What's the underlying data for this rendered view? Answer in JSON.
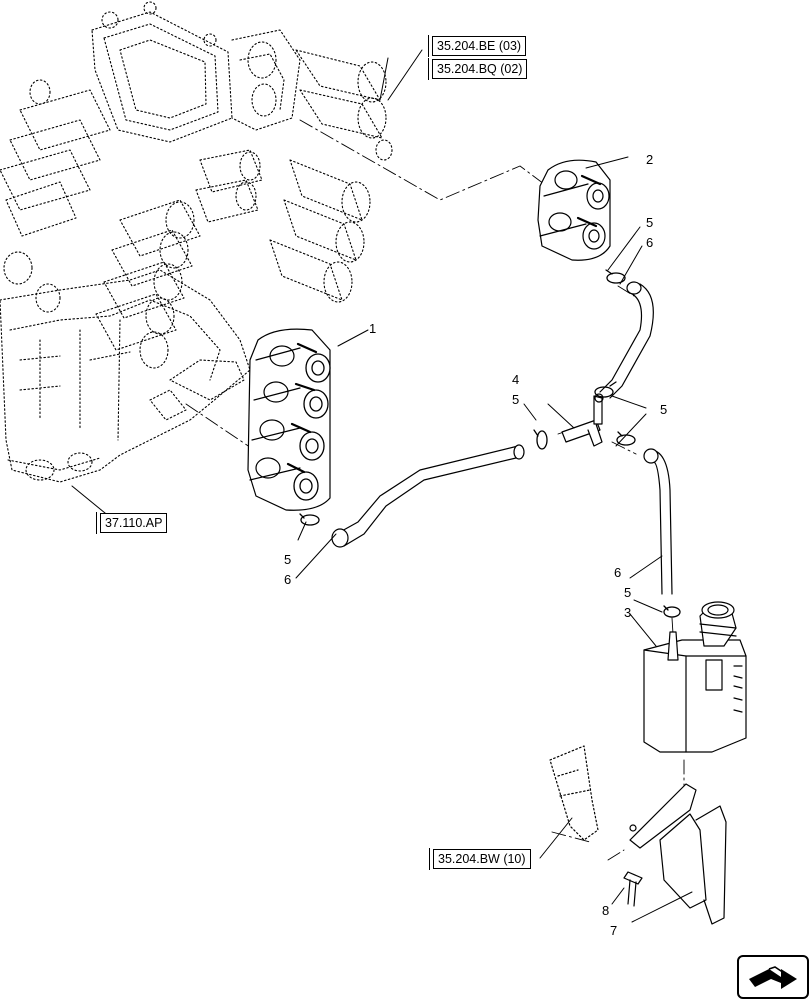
{
  "references": {
    "ref_be": "35.204.BE (03)",
    "ref_bq": "35.204.BQ (02)",
    "ref_ap": "37.110.AP",
    "ref_bw": "35.204.BW (10)"
  },
  "callouts": {
    "c1": "1",
    "c2": "2",
    "c3": "3",
    "c4": "4",
    "c5_top": "5",
    "c6_top": "6",
    "c5_mid_left": "5",
    "c5_mid_right": "5",
    "c5_bottom_left": "5",
    "c6_bottom_left": "6",
    "c6_right": "6",
    "c5_reservoir": "5",
    "c8": "8",
    "c7": "7"
  },
  "icons": {
    "nav": "next-page-arrow-icon"
  }
}
